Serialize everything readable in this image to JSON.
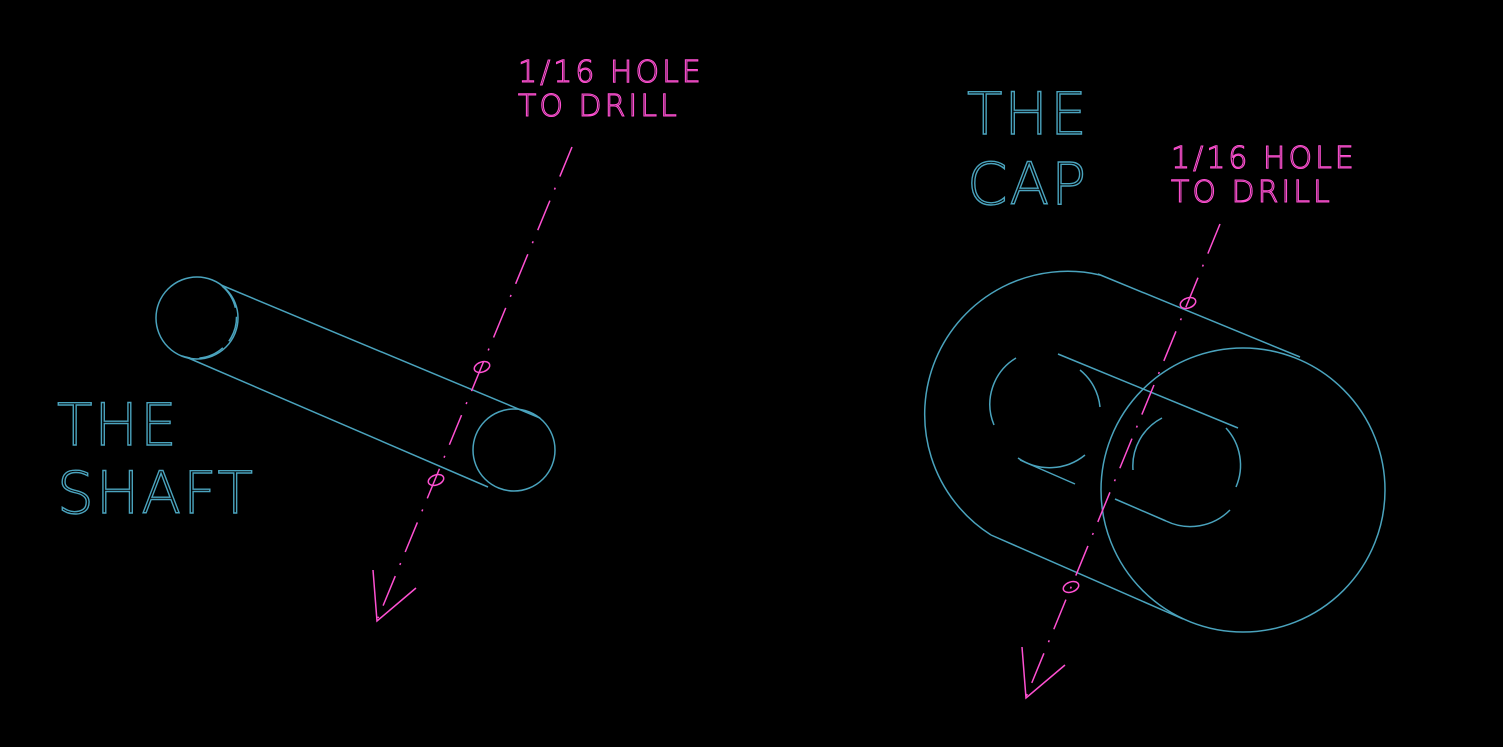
{
  "shaft": {
    "title_line1": "THE",
    "title_line2": "SHAFT",
    "note_line1": "1/16 HOLE",
    "note_line2": "TO DRILL"
  },
  "cap": {
    "title_line1": "THE",
    "title_line2": "CAP",
    "note_line1": "1/16 HOLE",
    "note_line2": "TO DRILL"
  },
  "colors": {
    "background": "#000000",
    "outline": "#4aa3bd",
    "annotation": "#ff50d2"
  }
}
